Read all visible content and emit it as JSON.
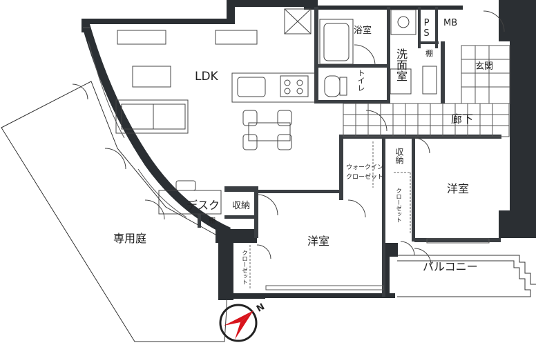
{
  "rooms": {
    "ldk": "LDK",
    "bath": "浴室",
    "ps": "PS",
    "mb": "MB",
    "wash": "洗面室",
    "toilet": "トイレ",
    "shelf_wash": "棚",
    "entrance": "玄関",
    "corridor": "廊下",
    "walkin": "ウォークイン\nクローゼット",
    "storage_a": "収納",
    "closet_a": "クローゼット",
    "western_room_a": "洋室",
    "desk": "デスク",
    "storage_b": "収納",
    "shelf_desk": "棚",
    "western_room_b": "洋室",
    "private_garden": "専用庭",
    "closet_b": "クローゼット",
    "balcony": "バルコニー"
  },
  "compass": {
    "north_label": "N"
  },
  "colors": {
    "wall": "#2b2f33",
    "tile": "#555555",
    "compass_red": "#d8141c",
    "line": "#333333"
  }
}
